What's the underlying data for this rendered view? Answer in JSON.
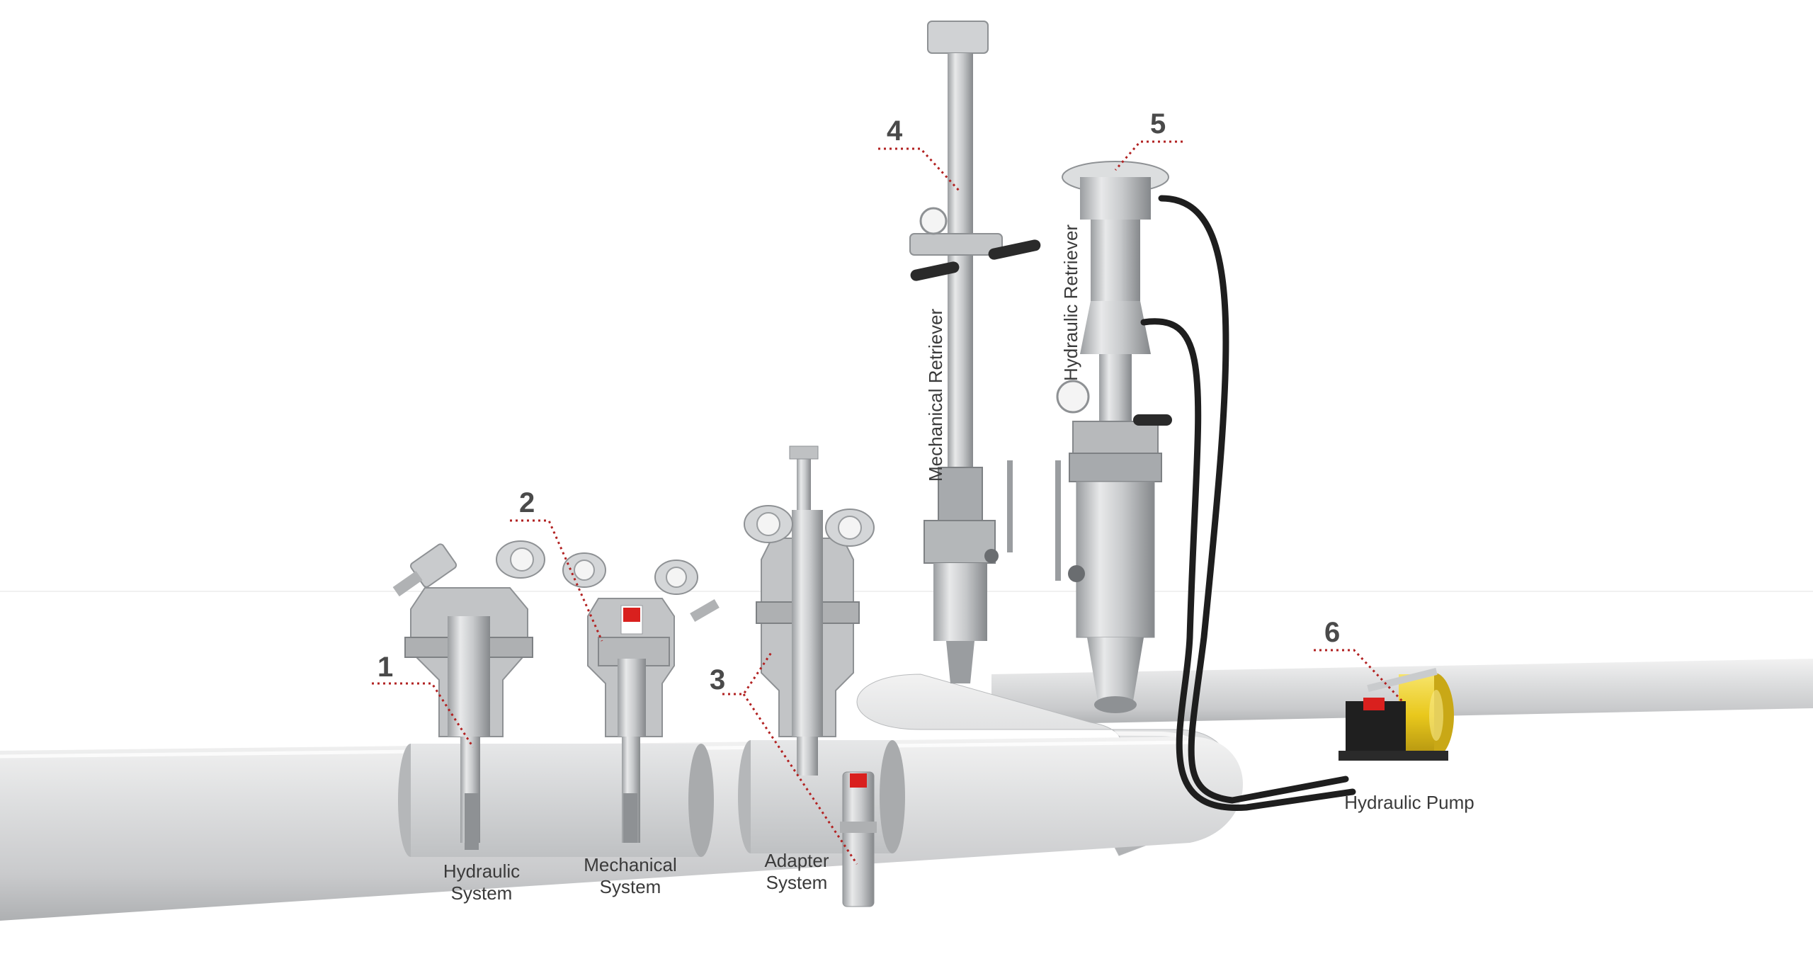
{
  "callouts": {
    "n1": "1",
    "n2": "2",
    "n3": "3",
    "n4": "4",
    "n5": "5",
    "n6": "6"
  },
  "captions": {
    "hydraulic_system": [
      "Hydraulic",
      "System"
    ],
    "mechanical_system": [
      "Mechanical",
      "System"
    ],
    "adapter_system": [
      "Adapter",
      "System"
    ],
    "mechanical_retriever": "Mechanical Retriever",
    "hydraulic_retriever": "Hydraulic Retriever",
    "hydraulic_pump": "Hydraulic Pump"
  },
  "colors": {
    "pipe": "#d9dadb",
    "steel": "#c4c6c8",
    "dark_steel": "#8e9194",
    "leader": "#b22222",
    "accent_red": "#d9201e",
    "pump_yellow": "#e9c81c",
    "hose": "#1e1e1e",
    "text": "#3a3a3a"
  }
}
